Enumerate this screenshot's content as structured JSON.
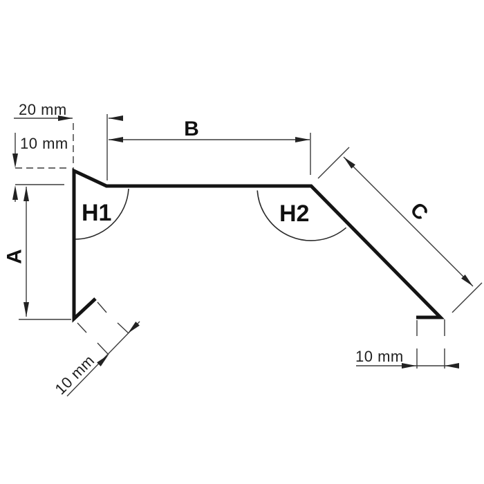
{
  "drawing": {
    "type": "sheet-metal-profile-dimension-drawing",
    "labels": {
      "top_offset": "20 mm",
      "top_drop": "10 mm",
      "left_height": "A",
      "top_width": "B",
      "diagonal_length": "C",
      "angle_left": "H1",
      "angle_right": "H2",
      "left_lip": "10 mm",
      "right_lip": "10 mm"
    },
    "colors": {
      "background": "#ffffff",
      "profile_line": "#141414",
      "dimension_line": "#3a3a3a",
      "text": "#1f1f1f"
    }
  }
}
